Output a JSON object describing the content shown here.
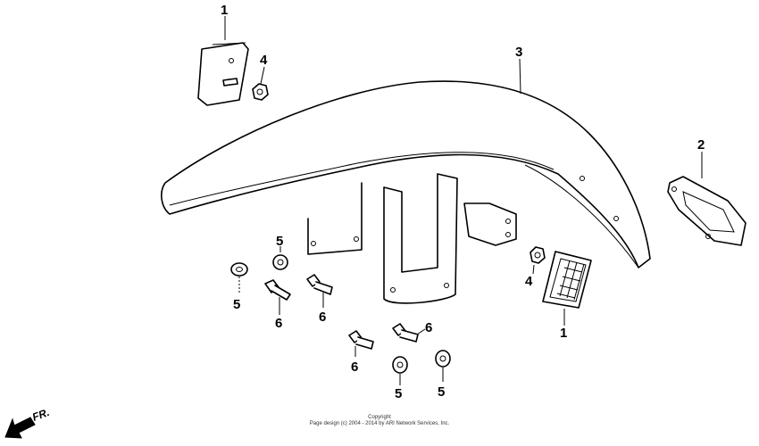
{
  "direction_label": "FR.",
  "callouts": {
    "reflector_top": "1",
    "reflector_bottom": "1",
    "reflector_bracket": "2",
    "front_fender": "3",
    "nut_top": "4",
    "nut_right": "4",
    "washer_a": "5",
    "washer_b": "5",
    "washer_c": "5",
    "washer_d": "5",
    "bolt_a": "6",
    "bolt_b": "6",
    "bolt_c": "6",
    "bolt_d": "6"
  },
  "copyright": {
    "line1": "Copyright",
    "line2": "Page design (c) 2004 - 2014 by ARI Network Services, Inc."
  }
}
